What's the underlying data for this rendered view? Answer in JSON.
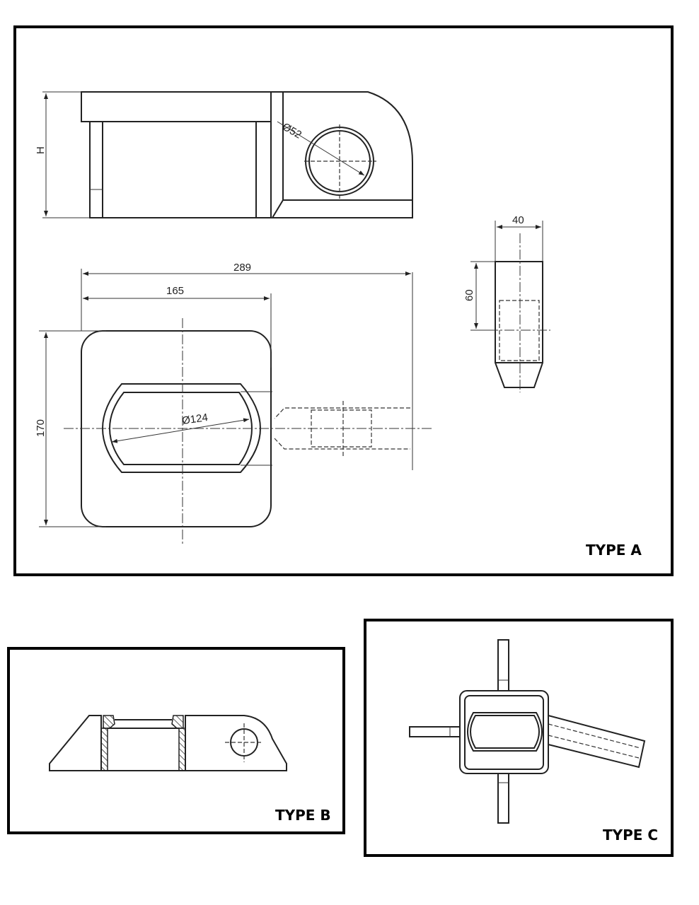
{
  "type_a": {
    "label": "TYPE A",
    "dims": {
      "height": "H",
      "hole_diameter": "Ø52",
      "overall_length": "289",
      "body_length": "165",
      "body_width": "170",
      "opening_diameter": "Ø124",
      "lug_width": "40",
      "lug_height": "60"
    }
  },
  "type_b": {
    "label": "TYPE B"
  },
  "type_c": {
    "label": "TYPE C"
  }
}
